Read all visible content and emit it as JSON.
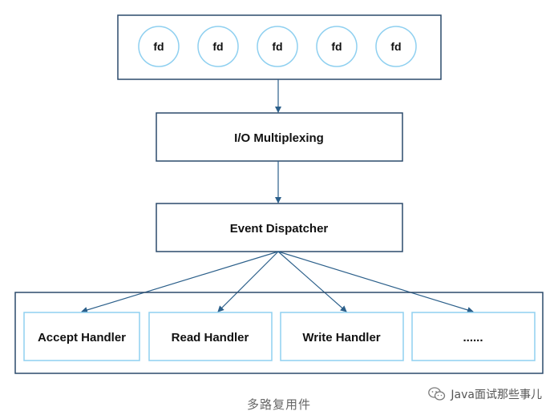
{
  "fd_label": "fd",
  "fds": [
    "fd",
    "fd",
    "fd",
    "fd",
    "fd"
  ],
  "multiplexer": {
    "label": "I/O Multiplexing"
  },
  "dispatcher": {
    "label": "Event Dispatcher"
  },
  "handlers": [
    "Accept Handler",
    "Read Handler",
    "Write Handler",
    "......"
  ],
  "caption": "多路复用件",
  "watermark": {
    "text": "Java面试那些事儿",
    "icon": "wechat-icon"
  },
  "colors": {
    "border": "#2b4a6b",
    "fd_circle": "#8fd0f0",
    "handler_border": "#8fd0f0",
    "arrow": "#2b5f8a"
  }
}
